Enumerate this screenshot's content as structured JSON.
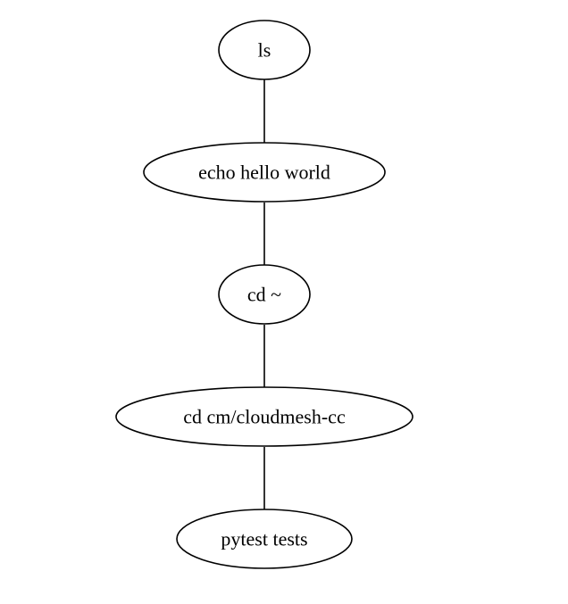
{
  "diagram": {
    "type": "directed-graph",
    "nodes": [
      {
        "id": "n0",
        "label": "ls"
      },
      {
        "id": "n1",
        "label": "echo hello world"
      },
      {
        "id": "n2",
        "label": "cd ~"
      },
      {
        "id": "n3",
        "label": "cd cm/cloudmesh-cc"
      },
      {
        "id": "n4",
        "label": "pytest tests"
      }
    ],
    "edges": [
      {
        "from": "n0",
        "to": "n1"
      },
      {
        "from": "n1",
        "to": "n2"
      },
      {
        "from": "n2",
        "to": "n3"
      },
      {
        "from": "n3",
        "to": "n4"
      }
    ]
  }
}
